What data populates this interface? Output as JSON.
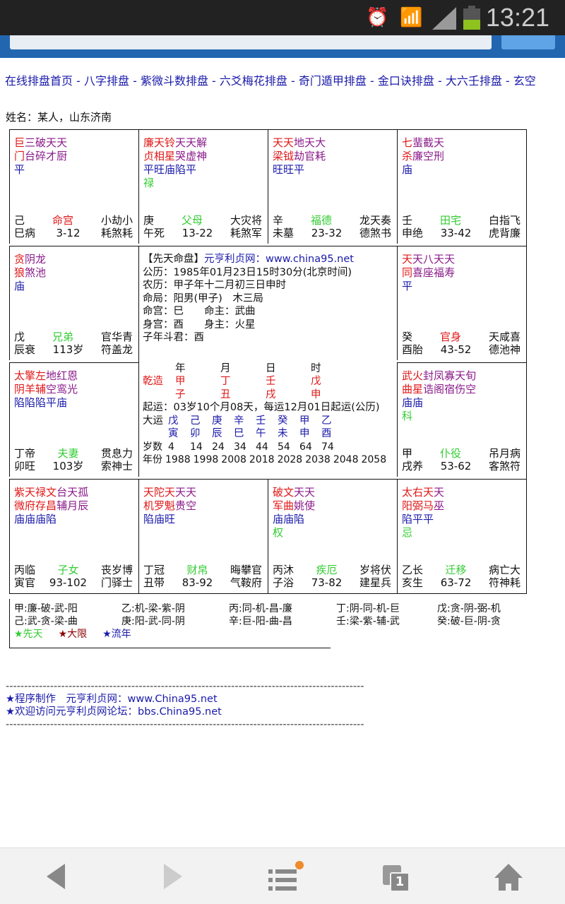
{
  "status_bar": {
    "time": "13:21",
    "icons": [
      "alarm-icon",
      "wifi-icon",
      "signal-icon",
      "battery-icon"
    ]
  },
  "nav_links": [
    "在线排盘首页",
    "八字排盘",
    "紫微斗数排盘",
    "六爻梅花排盘",
    "奇门遁甲排盘",
    "金口诀排盘",
    "大六壬排盘",
    "玄空"
  ],
  "nav_sep": " - ",
  "person": "姓名：某人，山东济南",
  "colors": {
    "red": "#e01818",
    "purple": "#8a1a8a",
    "blue": "#1a1aaa",
    "green": "#33cc33"
  },
  "palaces": [
    {
      "stars": [
        [
          "巨门",
          "r"
        ],
        [
          "三台",
          "p"
        ],
        [
          "破碎",
          "p"
        ],
        [
          "天才",
          "p"
        ],
        [
          "天厨",
          "p"
        ]
      ],
      "bright": "平",
      "sihua": "",
      "stem": "己",
      "branch": "巳病",
      "name": "命宫",
      "name_color": "r",
      "range": "3-12",
      "gods1": "小劫小",
      "gods2": "耗煞耗"
    },
    {
      "stars": [
        [
          "廉贞",
          "r"
        ],
        [
          "天相",
          "r"
        ],
        [
          "铃星",
          "r"
        ],
        [
          "天哭",
          "p"
        ],
        [
          "天虚",
          "p"
        ],
        [
          "解神",
          "p"
        ]
      ],
      "bright": "平旺庙陷平",
      "sihua": "禄",
      "stem": "庚",
      "branch": "午死",
      "name": "父母",
      "name_color": "g",
      "range": "13-22",
      "gods1": "大灾将",
      "gods2": "耗煞军"
    },
    {
      "stars": [
        [
          "天梁",
          "r"
        ],
        [
          "天钺",
          "r"
        ],
        [
          "地劫",
          "p"
        ],
        [
          "天官",
          "p"
        ],
        [
          "大耗",
          "p"
        ]
      ],
      "bright": "旺旺平",
      "sihua": "",
      "stem": "辛",
      "branch": "未墓",
      "name": "福德",
      "name_color": "g",
      "range": "23-32",
      "gods1": "龙天奏",
      "gods2": "德煞书"
    },
    {
      "stars": [
        [
          "七杀",
          "r"
        ],
        [
          "蜚廉",
          "p"
        ],
        [
          "截空",
          "p"
        ],
        [
          "天刑",
          "p"
        ]
      ],
      "bright": "庙",
      "sihua": "",
      "stem": "壬",
      "branch": "申绝",
      "name": "田宅",
      "name_color": "g",
      "range": "33-42",
      "gods1": "白指飞",
      "gods2": "虎背廉"
    },
    {
      "stars": [
        [
          "贪狼",
          "r"
        ],
        [
          "阴煞",
          "p"
        ],
        [
          "龙池",
          "p"
        ]
      ],
      "bright": "庙",
      "sihua": "",
      "stem": "戊",
      "branch": "辰衰",
      "name": "兄弟",
      "name_color": "g",
      "range": "113岁",
      "gods1": "官华青",
      "gods2": "符盖龙"
    },
    {
      "stars": [
        [
          "天同",
          "r"
        ],
        [
          "天喜",
          "p"
        ],
        [
          "八座",
          "p"
        ],
        [
          "天福",
          "p"
        ],
        [
          "天寿",
          "p"
        ]
      ],
      "bright": "平",
      "sihua": "",
      "stem": "癸",
      "branch": "酉胎",
      "name": "官身",
      "name_color": "r",
      "range": "43-52",
      "gods1": "天咸喜",
      "gods2": "德池神"
    },
    {
      "stars": [
        [
          "太阴",
          "r"
        ],
        [
          "擎羊",
          "r"
        ],
        [
          "左辅",
          "r"
        ],
        [
          "地空",
          "p"
        ],
        [
          "红鸾",
          "p"
        ],
        [
          "恩光",
          "p"
        ]
      ],
      "bright": "陷陷陷平庙",
      "sihua": "",
      "stem": "丁帝",
      "branch": "卯旺",
      "name": "夫妻",
      "name_color": "g",
      "range": "103岁",
      "gods1": "贯息力",
      "gods2": "索神士"
    },
    {
      "stars": [
        [
          "武曲",
          "r"
        ],
        [
          "火星",
          "r"
        ],
        [
          "封诰",
          "p"
        ],
        [
          "凤阁",
          "p"
        ],
        [
          "寡宿",
          "p"
        ],
        [
          "天伤",
          "p"
        ],
        [
          "旬空",
          "p"
        ]
      ],
      "bright": "庙庙",
      "sihua": "科",
      "stem": "甲",
      "branch": "戌养",
      "name": "仆役",
      "name_color": "g",
      "range": "53-62",
      "gods1": "吊月病",
      "gods2": "客煞符"
    },
    {
      "stars": [
        [
          "紫微",
          "r"
        ],
        [
          "天府",
          "r"
        ],
        [
          "禄存",
          "r"
        ],
        [
          "文昌",
          "r"
        ],
        [
          "台辅",
          "p"
        ],
        [
          "天月",
          "p"
        ],
        [
          "孤辰",
          "p"
        ]
      ],
      "bright": "庙庙庙陷",
      "sihua": "",
      "stem": "丙临",
      "branch": "寅官",
      "name": "子女",
      "name_color": "g",
      "range": "93-102",
      "gods1": "丧岁博",
      "gods2": "门驿士"
    },
    {
      "stars": [
        [
          "天机",
          "r"
        ],
        [
          "陀罗",
          "r"
        ],
        [
          "天魁",
          "r"
        ],
        [
          "天贵",
          "p"
        ],
        [
          "天空",
          "p"
        ]
      ],
      "bright": "陷庙旺",
      "sihua": "",
      "stem": "丁冠",
      "branch": "丑带",
      "name": "财帛",
      "name_color": "g",
      "range": "83-92",
      "gods1": "晦攀官",
      "gods2": "气鞍府"
    },
    {
      "stars": [
        [
          "破军",
          "r"
        ],
        [
          "文曲",
          "r"
        ],
        [
          "天姚",
          "p"
        ],
        [
          "天使",
          "p"
        ]
      ],
      "bright": "庙庙陷",
      "sihua": "权",
      "stem": "丙沐",
      "branch": "子浴",
      "name": "疾厄",
      "name_color": "g",
      "range": "73-82",
      "gods1": "岁将伏",
      "gods2": "建星兵"
    },
    {
      "stars": [
        [
          "太阳",
          "r"
        ],
        [
          "右弼",
          "r"
        ],
        [
          "天马",
          "r"
        ],
        [
          "天巫",
          "p"
        ]
      ],
      "bright": "陷平平",
      "sihua": "忌",
      "stem": "乙长",
      "branch": "亥生",
      "name": "迁移",
      "name_color": "g",
      "range": "63-72",
      "gods1": "病亡大",
      "gods2": "符神耗"
    }
  ],
  "center": {
    "title": "【先天命盘】",
    "site": "元亨利贞网：www.china95.net",
    "lines": [
      "公历：1985年01月23日15时30分(北京时间)",
      "农历：甲子年十二月初三日申时",
      "命局：阳男(甲子)　木三局",
      "命宫：巳　　命主：武曲",
      "身宫：酉　　身主：火星",
      "子年斗君：酉"
    ],
    "bazi_headers": [
      "年",
      "月",
      "日",
      "时"
    ],
    "bazi_label": "乾造",
    "stems": [
      "甲",
      "丁",
      "壬",
      "戊"
    ],
    "branches": [
      "子",
      "丑",
      "戌",
      "申"
    ],
    "qiyun": "起运：03岁10个月08天，每运12月01日起运(公历)",
    "dayun_label": "大运",
    "dayun_stems": [
      "戊",
      "己",
      "庚",
      "辛",
      "壬",
      "癸",
      "甲",
      "乙"
    ],
    "dayun_branches": [
      "寅",
      "卯",
      "辰",
      "巳",
      "午",
      "未",
      "申",
      "酉"
    ],
    "age_label": "岁数",
    "ages": [
      "4",
      "14",
      "24",
      "34",
      "44",
      "54",
      "64",
      "74"
    ],
    "year_label": "年份",
    "years": [
      "1988",
      "1998",
      "2008",
      "2018",
      "2028",
      "2038",
      "2048",
      "2058"
    ]
  },
  "sihua_table": [
    "甲:廉-破-武-阳",
    "乙:机-梁-紫-阴",
    "丙:同-机-昌-廉",
    "丁:阴-同-机-巨",
    "戊:贪-阴-弼-机",
    "己:武-贪-梁-曲",
    "庚:阳-武-同-阴",
    "辛:巨-阳-曲-昌",
    "壬:梁-紫-辅-武",
    "癸:破-巨-阴-贪"
  ],
  "legend": [
    {
      "label": "★先天",
      "color": "#33cc33"
    },
    {
      "label": "★大限",
      "color": "#8b0000"
    },
    {
      "label": "★流年",
      "color": "#1a1aaa"
    }
  ],
  "footer": {
    "dash": "-------------------------------------------------------------------------------------------------",
    "credit": "★程序制作　元亨利贞网：www.China95.net",
    "forum": "★欢迎访问元亨利贞网论坛：bbs.China95.net"
  },
  "bottom_bar": {
    "tabs_count": "1"
  }
}
